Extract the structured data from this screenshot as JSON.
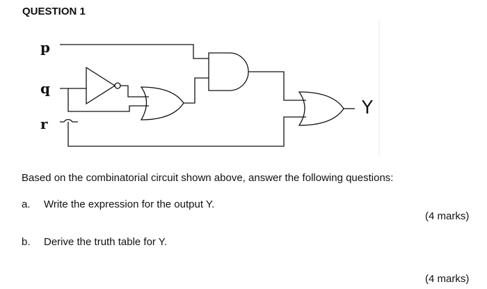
{
  "question": {
    "heading": "QUESTION 1",
    "instruction": "Based on the combinatorial circuit shown above, answer the following questions:",
    "parts": [
      {
        "letter": "a.",
        "text": "Write the expression for the output Y.",
        "marks": "(4 marks)"
      },
      {
        "letter": "b.",
        "text": "Derive the truth table for Y.",
        "marks": "(4 marks)"
      }
    ]
  },
  "circuit": {
    "inputs": [
      "p",
      "q",
      "r"
    ],
    "output": "Y",
    "gates": [
      "not",
      "or",
      "and",
      "or"
    ]
  }
}
